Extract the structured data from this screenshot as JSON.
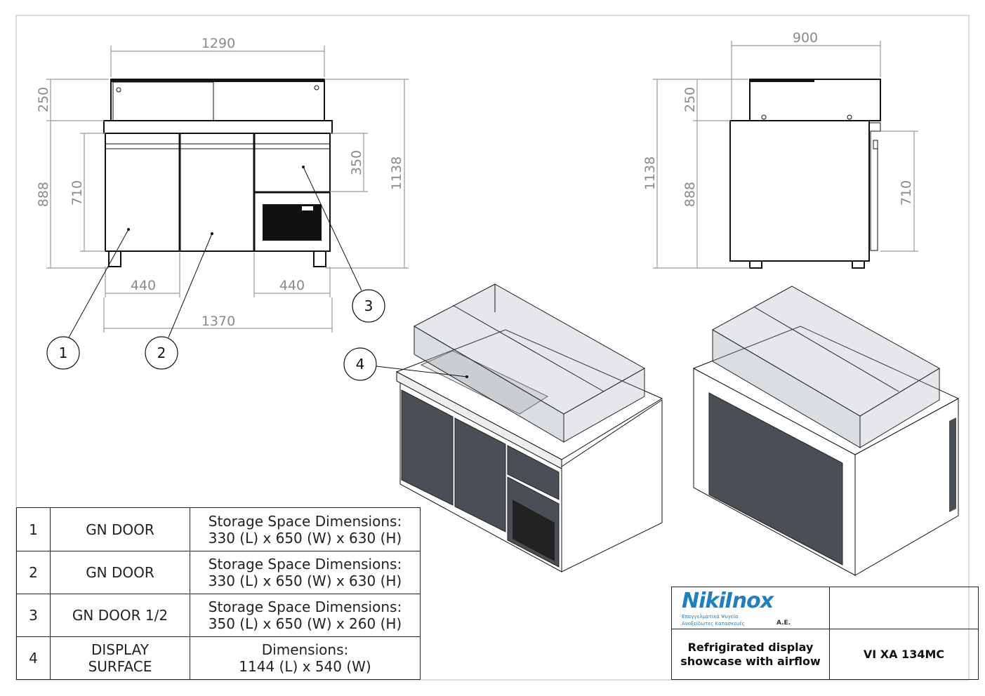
{
  "front_view": {
    "dims": {
      "width_top": "1290",
      "top_height": "250",
      "base_height": "888",
      "door_height": "710",
      "drawer_height": "350",
      "total_height": "1138",
      "door1_width": "440",
      "drawer_width": "440",
      "total_width": "1370"
    }
  },
  "side_view": {
    "dims": {
      "depth": "900",
      "total_height": "1138",
      "top_height": "250",
      "base_height": "888",
      "door_height": "710"
    }
  },
  "callouts": [
    "1",
    "2",
    "3",
    "4"
  ],
  "parts_table": [
    {
      "num": "1",
      "name": "GN DOOR",
      "desc_line1": "Storage Space Dimensions:",
      "desc_line2": "330 (L) x 650 (W) x 630 (H)"
    },
    {
      "num": "2",
      "name": "GN DOOR",
      "desc_line1": "Storage Space Dimensions:",
      "desc_line2": "330 (L) x 650 (W) x 630 (H)"
    },
    {
      "num": "3",
      "name": "GN DOOR 1/2",
      "desc_line1": "Storage Space Dimensions:",
      "desc_line2": "350 (L) x 650 (W) x 260 (H)"
    },
    {
      "num": "4",
      "name": "DISPLAY SURFACE",
      "desc_line1": "Dimensions:",
      "desc_line2": "1144 (L) x 540 (W)"
    }
  ],
  "title_block": {
    "logo_text": "NikiInox",
    "logo_subtitle": "Επαγγελματικά Ψυγεία Ανοξείδωτες Κατασκευές",
    "logo_suffix": "A.E.",
    "description": "Refrigirated display showcase with airflow",
    "model": "VI XA 134MC"
  },
  "colors": {
    "dark_panel": "#4a4e55",
    "logo_blue": "#1f7fbf"
  }
}
